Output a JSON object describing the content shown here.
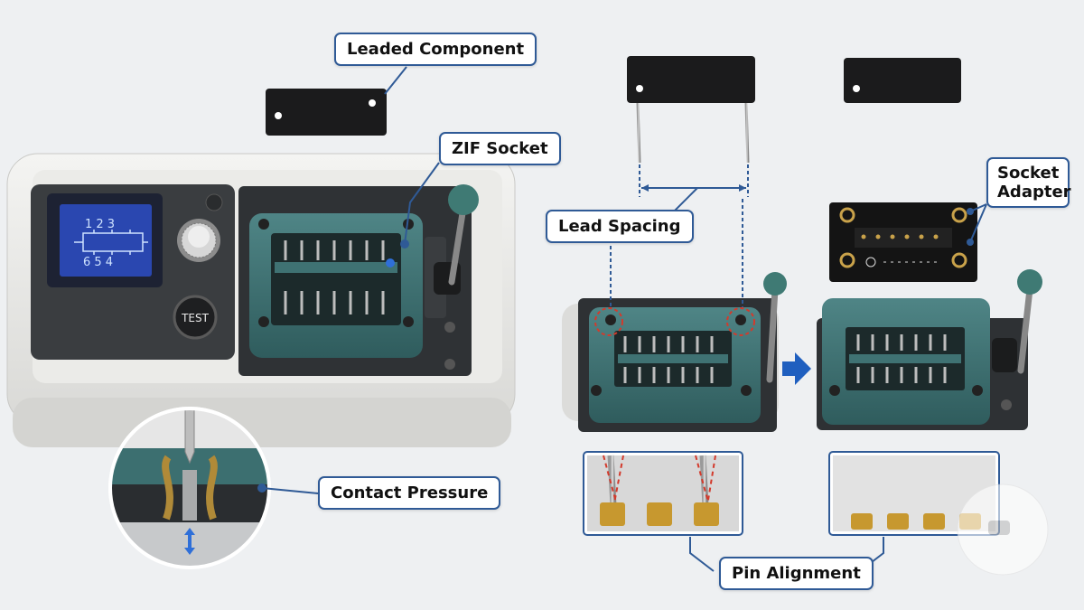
{
  "callouts": {
    "leaded_component": "Leaded Component",
    "zif_socket": "ZIF Socket",
    "contact_pressure": "Contact Pressure",
    "lead_spacing": "Lead Spacing",
    "socket_adapter": "Socket Adapter",
    "pin_alignment": "Pin Alignment"
  },
  "tester": {
    "lcd_top_numbers": "1 2 3",
    "lcd_bottom_numbers": "6 5 4",
    "test_button_label": "TEST"
  },
  "colors": {
    "socket_teal": "#3d6f70",
    "callout_border": "#2f5a96",
    "arrow_blue": "#1f5fbf",
    "misalign_red": "#d33a2c"
  },
  "icons": [
    "adjust-knob-icon",
    "led-indicator-icon",
    "arrow-right-icon",
    "up-down-arrow-icon",
    "watermark-icon"
  ]
}
